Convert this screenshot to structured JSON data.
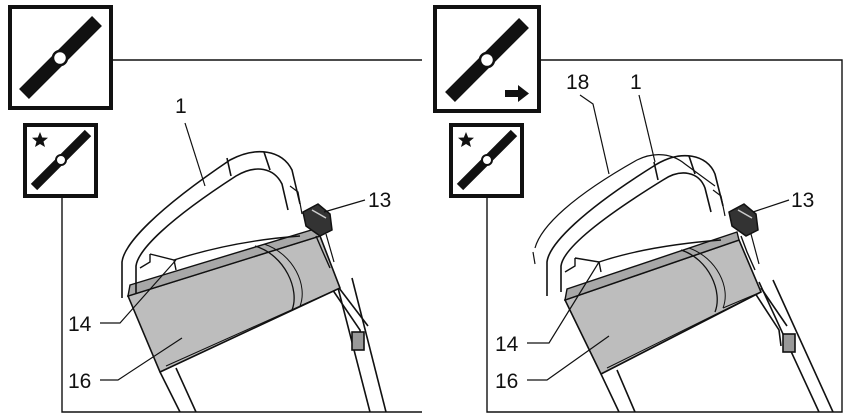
{
  "figures": [
    {
      "id": "left",
      "callouts": {
        "handle": "1",
        "knob": "13",
        "clip": "14",
        "bag": "16"
      },
      "icons": [
        "blade-icon",
        "mulching-blade-icon"
      ]
    },
    {
      "id": "right",
      "callouts": {
        "bar": "18",
        "handle": "1",
        "knob": "13",
        "clip": "14",
        "bag": "16"
      },
      "icons": [
        "blade-icon",
        "arrow-right-icon",
        "mulching-blade-icon"
      ]
    }
  ],
  "colors": {
    "line": "#111111",
    "bag_fill": "#bdbdbd",
    "bag_fill_dark": "#a8a8a8",
    "background": "#ffffff"
  }
}
